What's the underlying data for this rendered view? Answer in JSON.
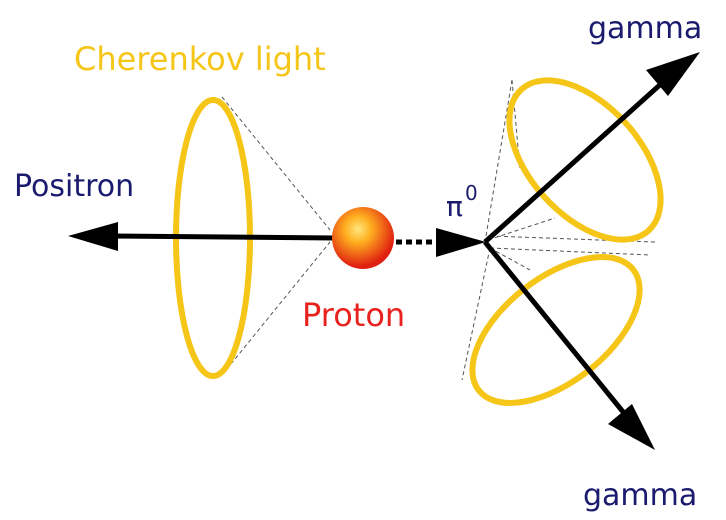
{
  "labels": {
    "cherenkov": "Cherenkov light",
    "positron": "Positron",
    "proton": "Proton",
    "pion": "π",
    "pion_superscript": "0",
    "gamma_top": "gamma",
    "gamma_bottom": "gamma"
  },
  "colors": {
    "cherenkov_ring": "#f5c518",
    "cherenkov_text": "#f5c518",
    "particle_label": "#1a1a6e",
    "proton_text": "#e8231f",
    "proton_core": "#ffcc33",
    "proton_edge": "#e02010",
    "track": "#000000",
    "cone_line": "#555555"
  }
}
